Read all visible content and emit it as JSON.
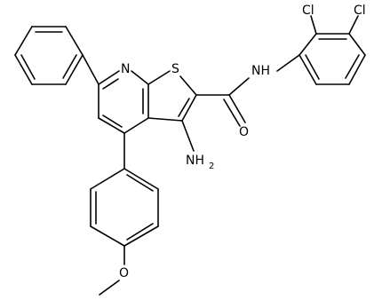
{
  "molecule": {
    "atoms": {
      "nitrogen_ring": "N",
      "sulfur": "S",
      "amide_nh": "NH",
      "carbonyl_oxygen": "O",
      "chlorine_ortho": "Cl",
      "chlorine_meta": "Cl",
      "amino": "NH",
      "amino_subscript": "2",
      "methoxy_oxygen": "O"
    },
    "colors": {
      "bond": "#000000",
      "label": "#000000",
      "background": "#ffffff"
    }
  }
}
